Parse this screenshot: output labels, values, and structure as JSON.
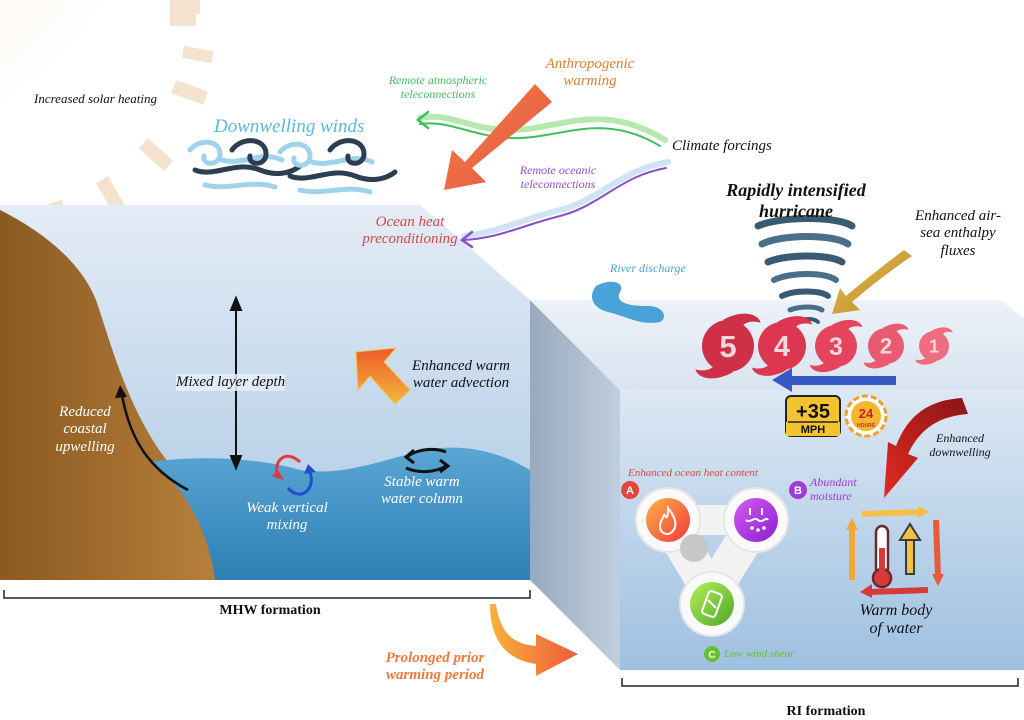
{
  "labels": {
    "increased_solar_heating": "Increased solar heating",
    "downwelling_winds": "Downwelling winds",
    "remote_atmospheric": [
      "Remote atmospheric",
      "teleconnections"
    ],
    "anthropogenic": [
      "Anthropogenic",
      "warming"
    ],
    "climate_forcings": "Climate forcings",
    "remote_oceanic": [
      "Remote oceanic",
      "teleconnections"
    ],
    "ocean_heat": [
      "Ocean heat",
      "preconditioning"
    ],
    "rapid_hurricane": [
      "Rapidly intensified",
      "hurricane"
    ],
    "enthalpy": [
      "Enhanced air-",
      "sea enthalpy",
      "fluxes"
    ],
    "river_discharge": "River discharge",
    "mixed_layer_depth": "Mixed layer depth",
    "warm_advection": [
      "Enhanced warm",
      "water advection"
    ],
    "reduced_upwelling": [
      "Reduced",
      "coastal",
      "upwelling"
    ],
    "weak_mixing": [
      "Weak vertical",
      "mixing"
    ],
    "stable_column": [
      "Stable warm",
      "water column"
    ],
    "enhanced_downwelling": [
      "Enhanced",
      "downwelling"
    ],
    "ohc": "Enhanced ocean heat content",
    "moisture": [
      "Abundant",
      "moisture"
    ],
    "wind_shear": "Low wind shear",
    "warm_body": [
      "Warm body",
      "of water"
    ],
    "mhw_formation": "MHW formation",
    "ri_formation": "RI formation",
    "prolonged": [
      "Prolonged prior",
      "warming period"
    ]
  },
  "badges": {
    "plus35": "+35",
    "mph": "MPH",
    "hours_num": "24",
    "hours_word": "HOURS"
  },
  "categories": [
    "5",
    "4",
    "3",
    "2",
    "1"
  ],
  "letters": {
    "a": "A",
    "b": "B",
    "c": "C"
  },
  "colors": {
    "ocean_dark": "#3d8fc2",
    "coast": "#a5712f",
    "hurricane_red": "#d83a4e",
    "downwelling_green": "#3fbf5a",
    "oceanic_purple": "#8a4fc8",
    "anthropogenic_orange": "#e07d35",
    "ocean_heat_red": "#d24a4a",
    "enthalpy_gold": "#c79a2a",
    "river_blue": "#4aa3d6",
    "moisture_purple": "#a23ad6",
    "shear_green": "#65c22c"
  }
}
